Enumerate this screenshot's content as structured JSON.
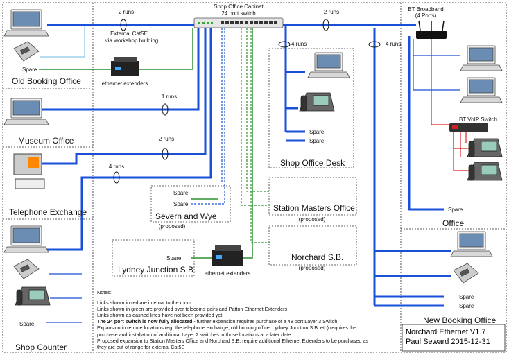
{
  "zones": {
    "old_booking": "Old Booking Office",
    "museum": "Museum Office",
    "exchange": "Telephone Exchange",
    "shop_counter": "Shop Counter",
    "desk": "Shop Office Desk",
    "severn": "Severn and Wye",
    "station_masters": "Station Masters Office",
    "lydney": "Lydney Junction S.B.",
    "norchard": "Norchard S.B.",
    "office": "Office",
    "new_booking": "New Booking Office"
  },
  "cabinet": {
    "title": "Shop Office Cabinet",
    "subtitle": "24 port switch"
  },
  "runs": {
    "r1": "2 runs",
    "r2": "1 runs",
    "r3": "2 runs",
    "r4": "4 runs",
    "r5": "4 runs",
    "r6": "2 runs",
    "r7": "4 runs"
  },
  "labels": {
    "ext_cat5e": "External Cat5E",
    "via_workshop": "via workshop building",
    "extenders1": "ethernet extenders",
    "extenders2": "ethernet extenders",
    "bt_broadband": "BT Broadband",
    "ports": "(4 Ports)",
    "voip": "BT VoIP Switch",
    "spare": "Spare",
    "proposed": "(proposed)"
  },
  "notes": {
    "heading": "Notes:",
    "bold": "The 24 port switch is now fully allocated",
    "lines": [
      "Links shown in red are internal to the room",
      "Links shown in green are provided over telecoms pairs and Patton Ethernet Extenders",
      "Links shown as dashed lines have not been provided yet",
      " - further expansion requires purchase of a 48 port Layer 3 Switch",
      "Expansion in remote locations (eg, the telephone exchange, old booking office, Lydney Junction S.B. etc) requires the",
      "purchase and installation of additional Layer 2 switches in those locations at a later date",
      "Proposed expansion to Station Masters Office and Norchard S.B. require additional Ethernet Extenders to be purchased as",
      "they are out of range for external Cat5E"
    ]
  },
  "title": {
    "line1": "Norchard Ethernet V1.7",
    "line2": "Paul Seward 2015-12-31"
  },
  "colors": {
    "trunk": "#1a4fd8",
    "green_link": "#2f8f2f",
    "red_link": "#dd2222",
    "light_blue": "#8cc6e8"
  }
}
